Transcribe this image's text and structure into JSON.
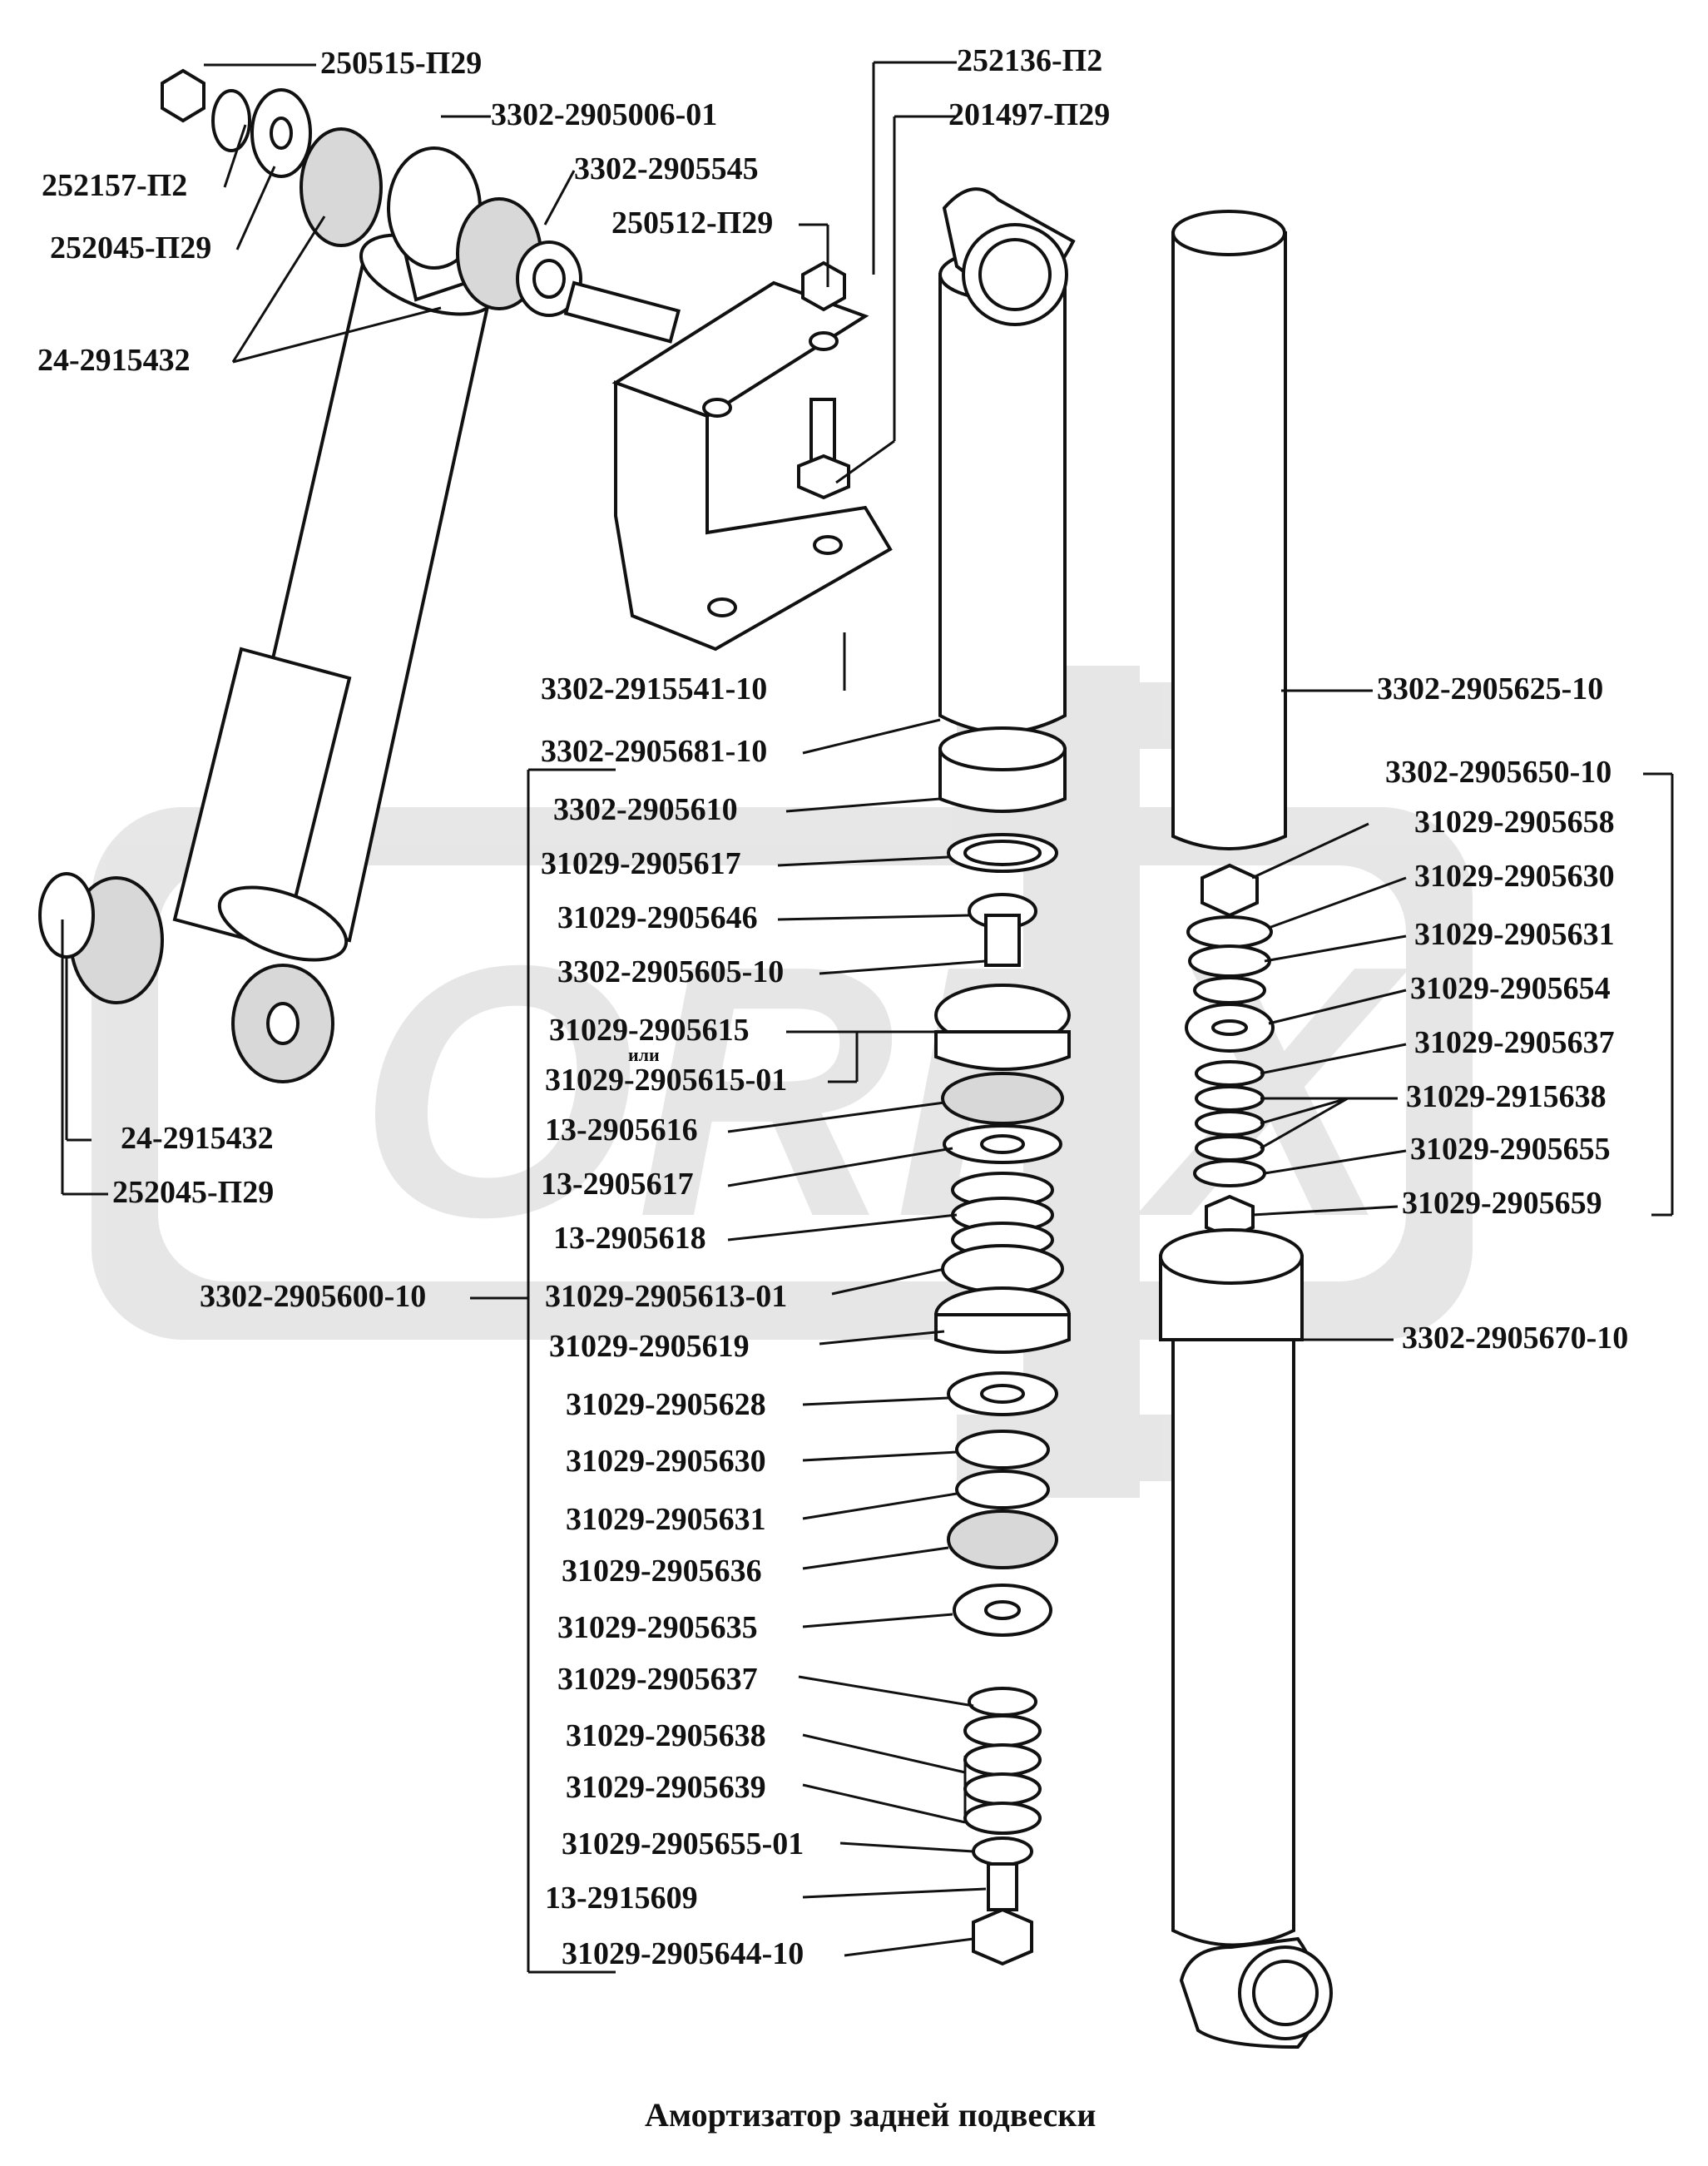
{
  "caption": "Амортизатор задней подвески",
  "watermark": "ORBX",
  "labels": {
    "l250515": "250515-П29",
    "l3302_2905006_01": "3302-2905006-01",
    "l252157": "252157-П2",
    "l252045_top": "252045-П29",
    "l24_2915432_top": "24-2915432",
    "l3302_2905545": "3302-2905545",
    "l250512": "250512-П29",
    "l252136": "252136-П2",
    "l201497": "201497-П29",
    "l3302_2915541_10": "3302-2915541-10",
    "l3302_2905681_10": "3302-2905681-10",
    "l3302_2905625_10": "3302-2905625-10",
    "l3302_2905650_10": "3302-2905650-10",
    "l3302_2905610": "3302-2905610",
    "l31029_2905617": "31029-2905617",
    "l31029_2905646": "31029-2905646",
    "l3302_2905605_10": "3302-2905605-10",
    "l31029_2905615": "31029-2905615",
    "l_ili": "или",
    "l31029_2905615_01": "31029-2905615-01",
    "l13_2905616": "13-2905616",
    "l13_2905617": "13-2905617",
    "l13_2905618": "13-2905618",
    "l3302_2905600_10": "3302-2905600-10",
    "l31029_2905613_01": "31029-2905613-01",
    "l31029_2905619": "31029-2905619",
    "l31029_2905628": "31029-2905628",
    "l31029_2905630_left": "31029-2905630",
    "l31029_2905631_left": "31029-2905631",
    "l31029_2905636": "31029-2905636",
    "l31029_2905635": "31029-2905635",
    "l31029_2905637_left": "31029-2905637",
    "l31029_2905638": "31029-2905638",
    "l31029_2905639": "31029-2905639",
    "l31029_2905655_01": "31029-2905655-01",
    "l13_2915609": "13-2915609",
    "l31029_2905644_10": "31029-2905644-10",
    "l24_2915432_bottom": "24-2915432",
    "l252045_bottom": "252045-П29",
    "l31029_2905658": "31029-2905658",
    "l31029_2905630_right": "31029-2905630",
    "l31029_2905631_right": "31029-2905631",
    "l31029_2905654": "31029-2905654",
    "l31029_2905637_right": "31029-2905637",
    "l31029_2915638": "31029-2915638",
    "l31029_2905655": "31029-2905655",
    "l31029_2905659": "31029-2905659",
    "l3302_2905670_10": "3302-2905670-10"
  }
}
